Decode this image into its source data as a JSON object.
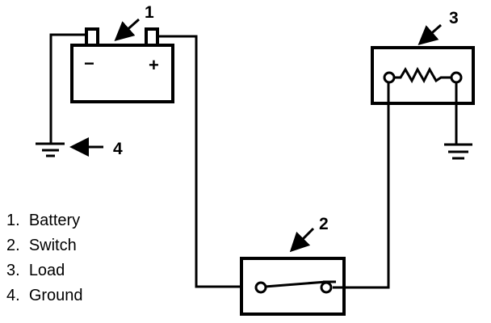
{
  "callouts": {
    "battery": "1",
    "switch": "2",
    "load": "3",
    "ground": "4"
  },
  "battery_symbols": {
    "negative": "−",
    "positive": "+"
  },
  "legend": [
    {
      "num": "1.",
      "label": "Battery"
    },
    {
      "num": "2.",
      "label": "Switch"
    },
    {
      "num": "3.",
      "label": "Load"
    },
    {
      "num": "4.",
      "label": "Ground"
    }
  ],
  "colors": {
    "line": "#000000",
    "background": "#ffffff"
  }
}
